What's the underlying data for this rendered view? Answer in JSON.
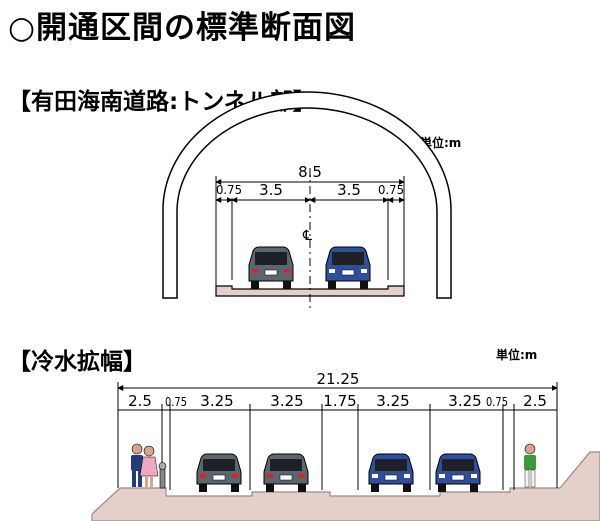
{
  "title": "○開通区間の標準断面図",
  "tunnel": {
    "heading": "【有田海南道路:トンネル部】",
    "unit": "単位:m",
    "total": "8.5",
    "lanes": [
      "0.75",
      "3.5",
      "3.5",
      "0.75"
    ],
    "centerline": "℄"
  },
  "widening": {
    "heading": "【冷水拡幅】",
    "unit": "単位:m",
    "total": "21.25",
    "lanes": [
      "2.5",
      "0.75",
      "3.25",
      "3.25",
      "1.75",
      "3.25",
      "3.25",
      "0.75",
      "2.5"
    ]
  },
  "colors": {
    "car_gray": "#5c6670",
    "car_blue": "#2f4f9c",
    "ground": "#e5cfc9",
    "ground_edge": "#9a8a86",
    "tunnel_lining": "#ffffff"
  }
}
